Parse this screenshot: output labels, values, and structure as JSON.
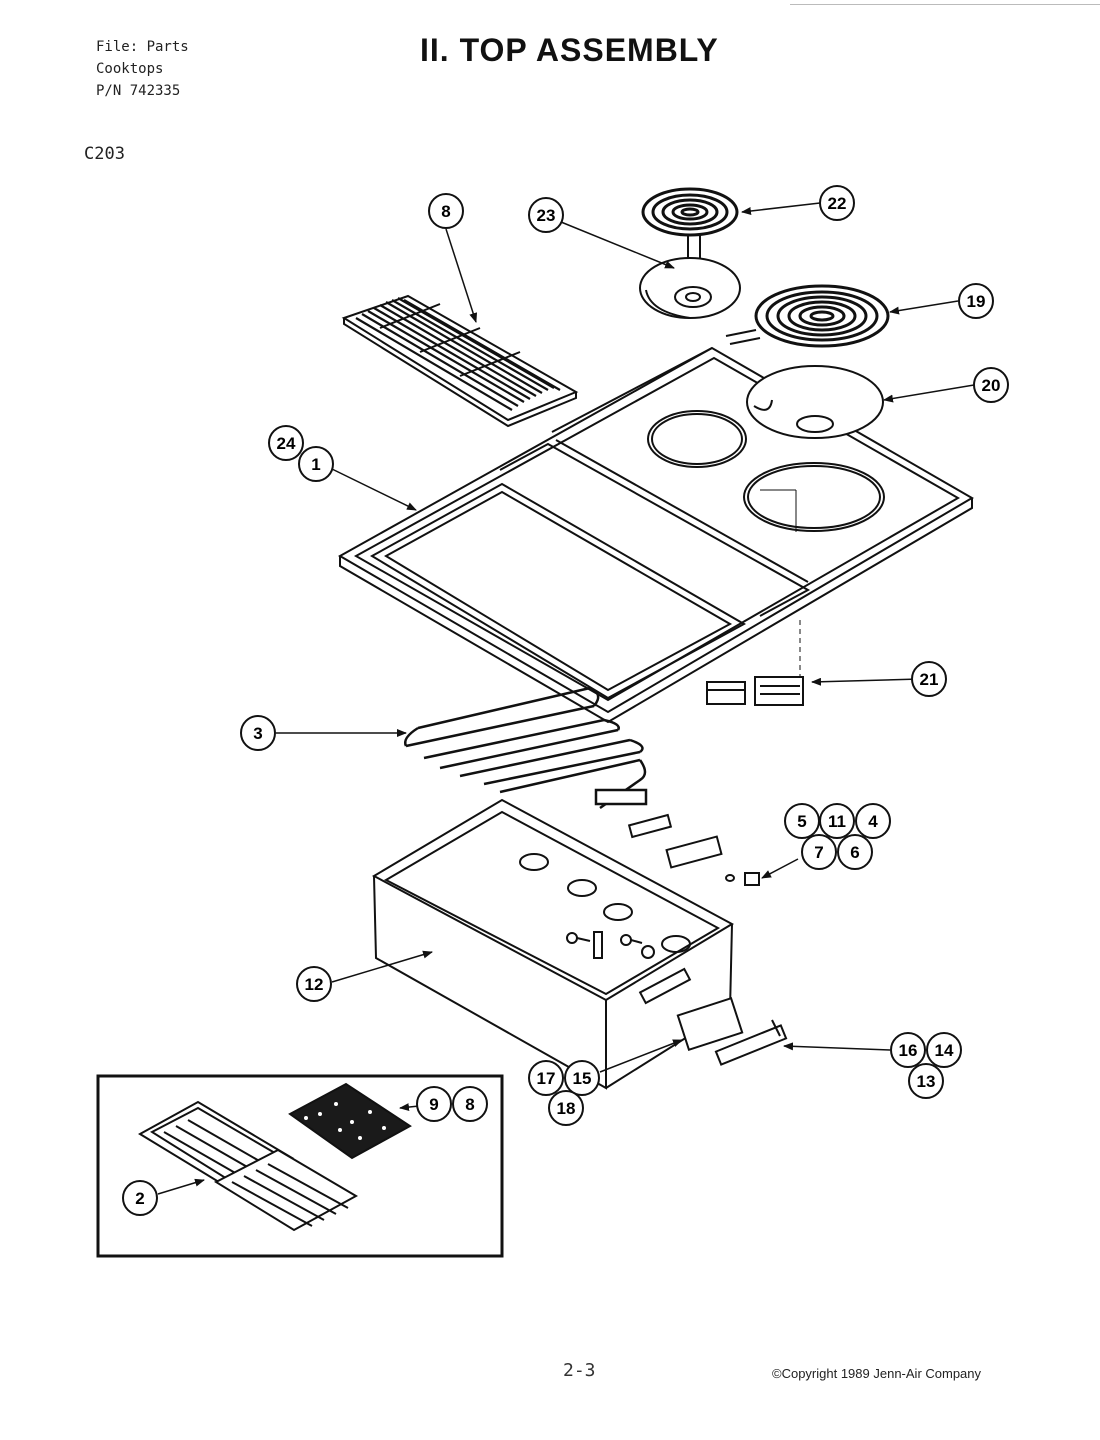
{
  "header": {
    "file_line": "File: Parts",
    "category_line": "Cooktops",
    "pn_line": "P/N 742335"
  },
  "model": "C203",
  "title": "II. TOP ASSEMBLY",
  "callouts": {
    "c8_top": "8",
    "c23": "23",
    "c22": "22",
    "c19": "19",
    "c20": "20",
    "c24": "24",
    "c1": "1",
    "c21": "21",
    "c3": "3",
    "c5": "5",
    "c11": "11",
    "c4": "4",
    "c7": "7",
    "c6": "6",
    "c12": "12",
    "c16": "16",
    "c14": "14",
    "c13": "13",
    "c17": "17",
    "c15": "15",
    "c18": "18",
    "c9": "9",
    "c8_inset": "8",
    "c2": "2"
  },
  "footer": {
    "page_number": "2-3",
    "copyright": "©Copyright 1989 Jenn-Air Company"
  }
}
